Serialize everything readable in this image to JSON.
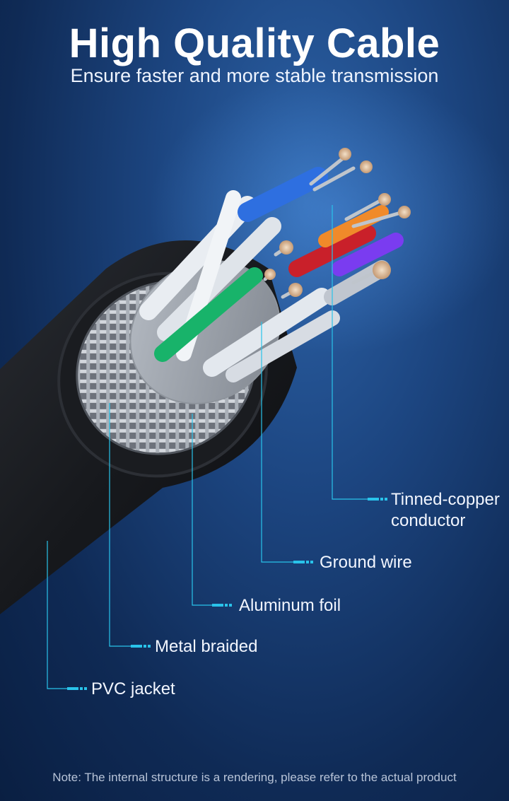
{
  "header": {
    "title": "High Quality Cable",
    "subtitle": "Ensure faster and more stable transmission"
  },
  "callouts": [
    {
      "id": "tinned-copper",
      "line1": "Tinned-copper",
      "line2": "conductor"
    },
    {
      "id": "ground-wire",
      "line1": "Ground wire"
    },
    {
      "id": "aluminum-foil",
      "line1": "Aluminum foil"
    },
    {
      "id": "metal-braided",
      "line1": "Metal braided"
    },
    {
      "id": "pvc-jacket",
      "line1": "PVC jacket"
    }
  ],
  "footer": {
    "note": "Note: The internal structure is a rendering, please refer to the actual product"
  },
  "colors": {
    "accent": "#29c3ea",
    "background": "#1c4580",
    "jacket": "#1c1e22"
  }
}
